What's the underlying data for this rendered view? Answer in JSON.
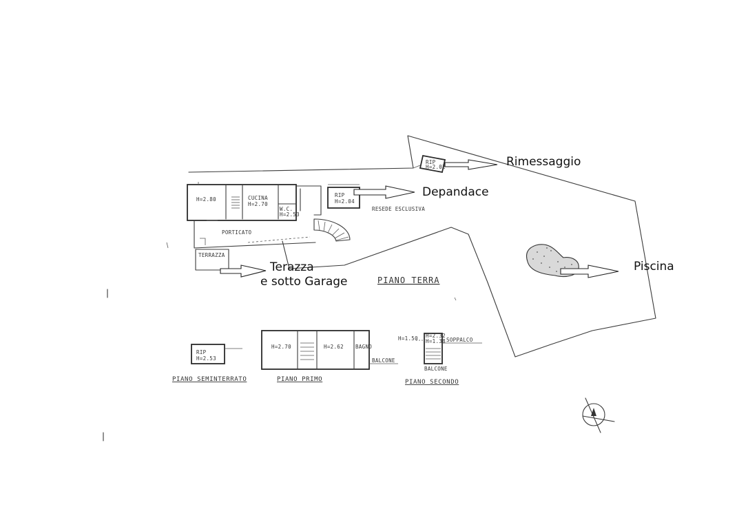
{
  "callouts": {
    "rimessaggio": "Rimessaggio",
    "depandace": "Depandace",
    "terazza_line1": "Terazza",
    "terazza_line2": "e sotto Garage",
    "piscina": "Piscina"
  },
  "plan_labels": {
    "piano_terra": "PIANO TERRA",
    "piano_seminterrato": "PIANO SEMINTERRATO",
    "piano_primo": "PIANO PRIMO",
    "piano_secondo": "PIANO SECONDO",
    "porticato": "PORTICATO",
    "terrazza": "TERRAZZA",
    "resede": "RESEDE ESCLUSIVA",
    "soppalco": "SOPPALCO",
    "balcone_primo": "BALCONE",
    "balcone_secondo": "BALCONE",
    "cucina": "CUCINA",
    "cucina_h": "H=2.70",
    "room_h280": "H=2.80",
    "wc": "W.C.",
    "wc_h": "H=2.53",
    "rip_dep": "RIP",
    "rip_dep_h": "H=2.04",
    "rip_semint": "RIP",
    "rip_semint_h": "H=2.53",
    "primo_h270": "H=2.70",
    "primo_h262": "H=2.62",
    "primo_bagno": "BAGNO",
    "secondo_h150": "H=1.50",
    "secondo_h138": "H=1.38",
    "secondo_h232": "H=2.32",
    "rim_rip": "RIP",
    "rim_h": "H=2.02"
  },
  "colors": {
    "ink": "#3a3a3a",
    "pool_fill": "#d9d9d9",
    "arrow_fill": "#ffffff",
    "callout_text": "#111111"
  },
  "icons": {
    "north_arrow": "north-arrow-icon",
    "callout_arrow": "outline-arrow-icon"
  }
}
